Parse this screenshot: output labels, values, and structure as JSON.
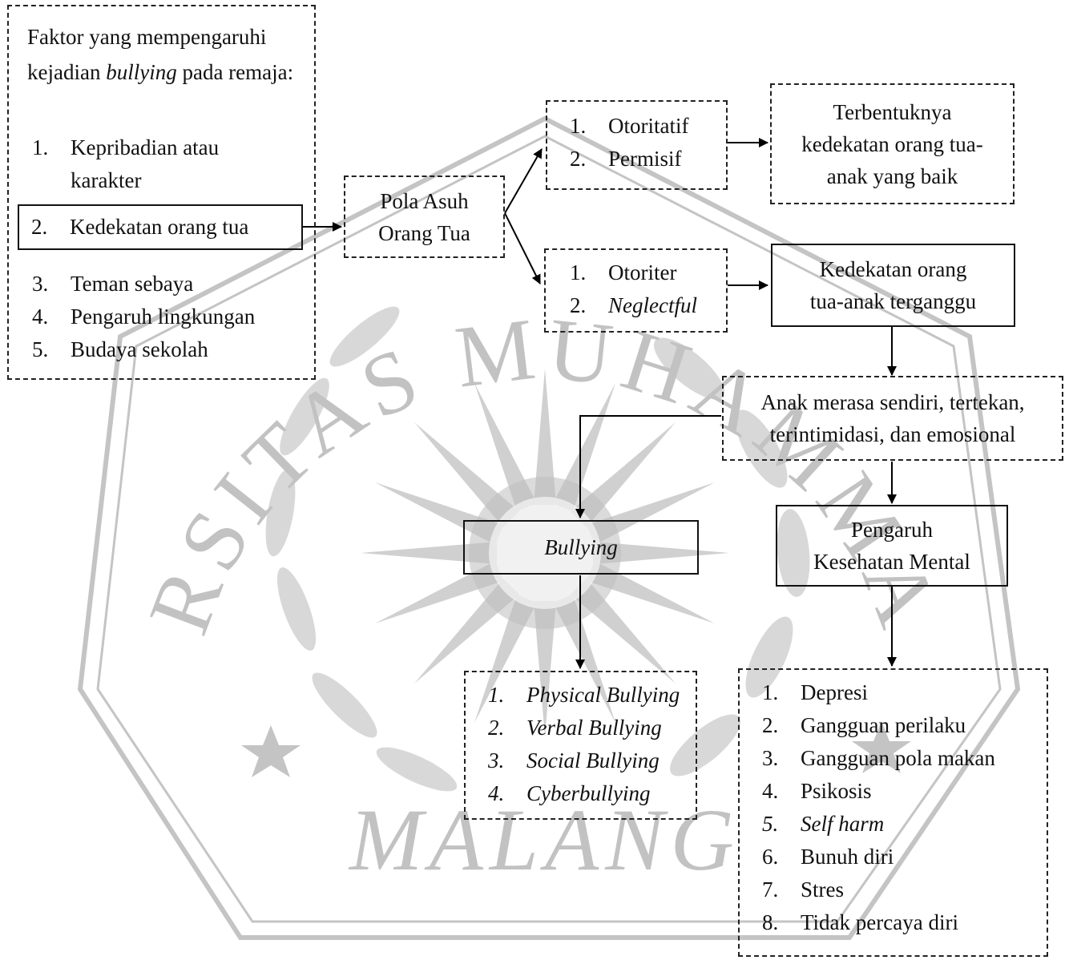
{
  "watermark": {
    "top_text": "UNIVERSITAS MUHAMMADIYAH",
    "bottom_text": "MALANG",
    "color": "#bdbdbd"
  },
  "factors": {
    "title_before": "Faktor yang mempengaruhi kejadian ",
    "title_italic": "bullying",
    "title_after": " pada remaja:",
    "items": [
      {
        "num": "1.",
        "label": "Kepribadian atau",
        "label2": "karakter"
      },
      {
        "num": "2.",
        "label": "Kedekatan orang tua"
      },
      {
        "num": "3.",
        "label": "Teman sebaya"
      },
      {
        "num": "4.",
        "label": "Pengaruh lingkungan"
      },
      {
        "num": "5.",
        "label": "Budaya sekolah"
      }
    ]
  },
  "pola_asuh": {
    "line1": "Pola Asuh",
    "line2": "Orang Tua"
  },
  "positive_styles": {
    "items": [
      {
        "num": "1.",
        "label": "Otoritatif"
      },
      {
        "num": "2.",
        "label": "Permisif"
      }
    ]
  },
  "positive_result": {
    "line1": "Terbentuknya",
    "line2": "kedekatan orang tua-",
    "line3": "anak yang baik"
  },
  "negative_styles": {
    "items": [
      {
        "num": "1.",
        "label": "Otoriter"
      },
      {
        "num": "2.",
        "label": "Neglectful"
      }
    ]
  },
  "negative_result": {
    "line1": "Kedekatan orang",
    "line2": "tua-anak terganggu"
  },
  "child_feeling": {
    "line1": "Anak merasa sendiri, tertekan,",
    "line2": "terintimidasi, dan emosional"
  },
  "bullying": {
    "label": "Bullying"
  },
  "bullying_types": {
    "items": [
      {
        "num": "1.",
        "label": "Physical Bullying"
      },
      {
        "num": "2.",
        "label": "Verbal Bullying"
      },
      {
        "num": "3.",
        "label": "Social Bullying"
      },
      {
        "num": "4.",
        "label": "Cyberbullying"
      }
    ]
  },
  "mental_health": {
    "line1": "Pengaruh",
    "line2": "Kesehatan Mental"
  },
  "mental_effects": {
    "items": [
      {
        "num": "1.",
        "label": "Depresi"
      },
      {
        "num": "2.",
        "label": "Gangguan perilaku"
      },
      {
        "num": "3.",
        "label": "Gangguan pola makan"
      },
      {
        "num": "4.",
        "label": "Psikosis"
      },
      {
        "num": "5.",
        "label": "Self harm"
      },
      {
        "num": "6.",
        "label": "Bunuh diri"
      },
      {
        "num": "7.",
        "label": "Stres"
      },
      {
        "num": "8.",
        "label": "Tidak percaya diri"
      }
    ]
  }
}
